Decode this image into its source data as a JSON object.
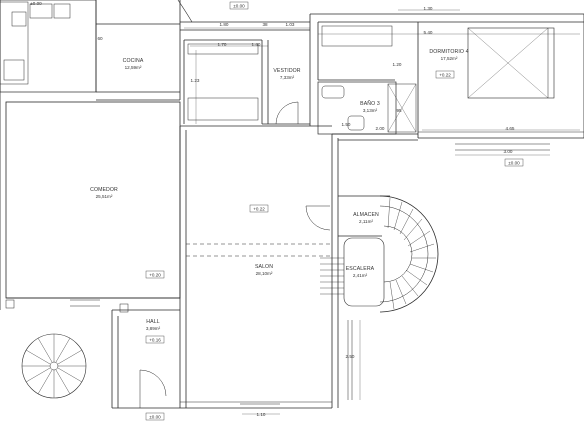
{
  "rooms": {
    "cocina": {
      "name": "COCINA",
      "area": "12,59m²"
    },
    "vestidor": {
      "name": "VESTIDOR",
      "area": "7,33m²"
    },
    "dormitorio": {
      "name": "DORMITORIO 4",
      "area": "17,52m²"
    },
    "bano": {
      "name": "BAÑO 3",
      "area": "3,13m²"
    },
    "comedor": {
      "name": "COMEDOR",
      "area": "25,51m²"
    },
    "almacen": {
      "name": "ALMACEN",
      "area": "2,11m²"
    },
    "escalera": {
      "name": "ESCALERA",
      "area": "2,41m²"
    },
    "salon": {
      "name": "SALON",
      "area": "28,10m²"
    },
    "hall": {
      "name": "HALL",
      "area": "3,89m²"
    }
  },
  "levels": {
    "top_left": "±0.00",
    "top_center": "±0.00",
    "dorm": "+0.22",
    "salon": "+0.22",
    "comedor": "+0.20",
    "hall": "+0.16",
    "bottom": "±0.00",
    "right": "±0.00"
  },
  "dimensions": {
    "d180": "1.80",
    "d38": "38",
    "d103": "1.03",
    "d130": "1.30",
    "d540": "5.40",
    "d170": "1.70",
    "d140": "1.40",
    "d123": "1.23",
    "d120": "1.20",
    "d95": "95",
    "d200": "2.00",
    "d150": "1.50",
    "d465": "4.65",
    "d300": "3.00",
    "d250": "2.50",
    "d110": "1.10",
    "d60": "60"
  }
}
